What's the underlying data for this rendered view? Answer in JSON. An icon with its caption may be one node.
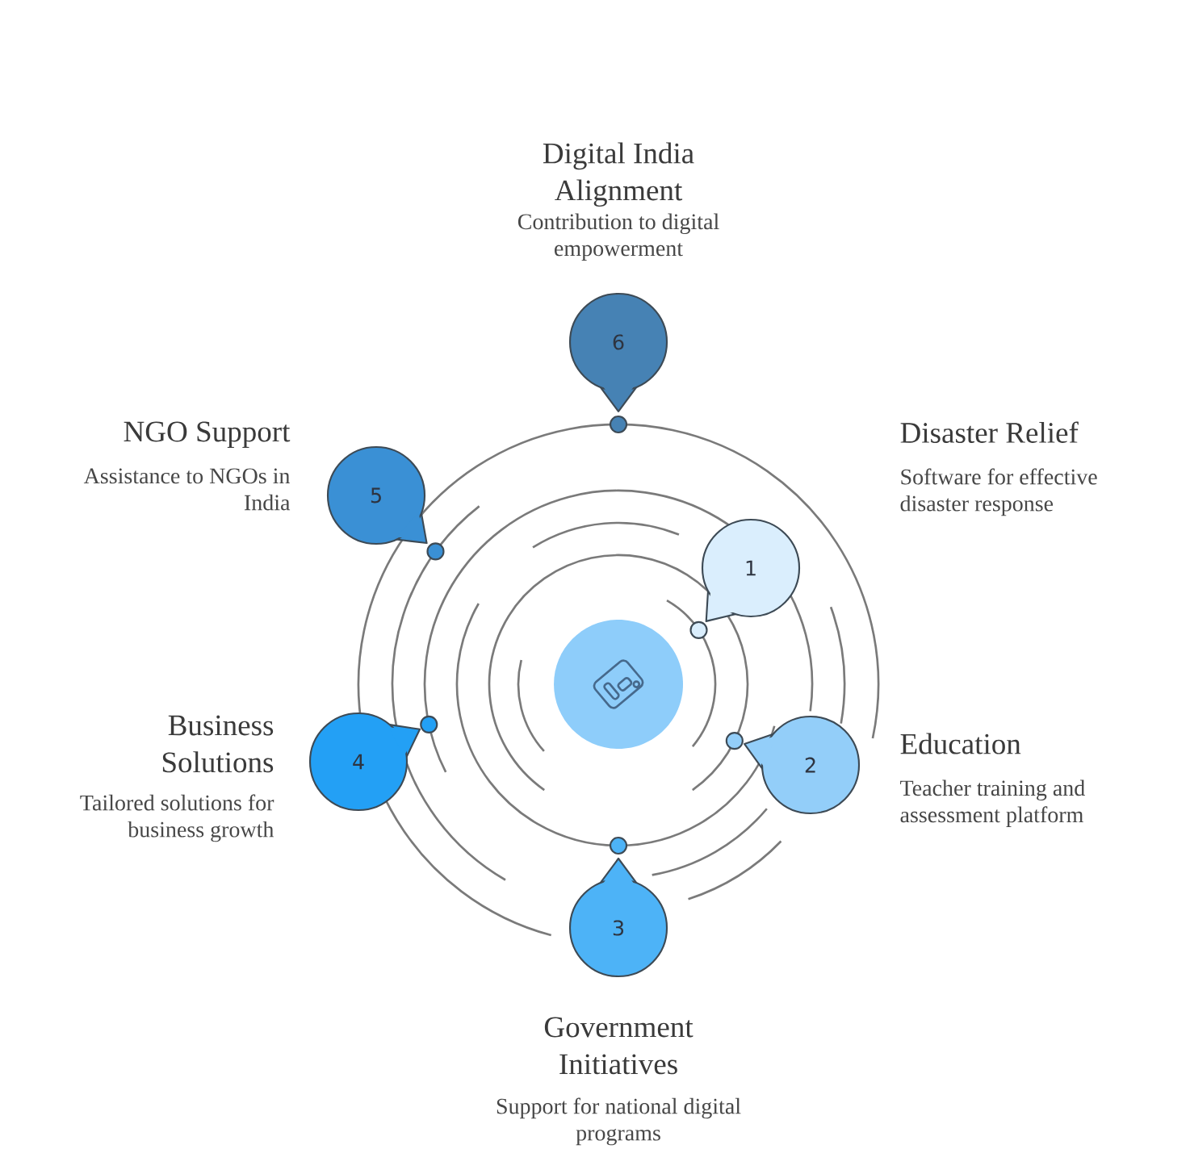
{
  "diagram": {
    "nodes": [
      {
        "text": [
          "1"
        ],
        "beside": [
          "Disaster Relief",
          "Software for effective disaster response"
        ]
      },
      {
        "text": [
          "2"
        ],
        "beside": [
          "Education",
          "Teacher training and assessment platform"
        ]
      },
      {
        "text": [
          "3"
        ],
        "beside": [
          "Government Initiatives",
          "Support for national digital programs"
        ]
      },
      {
        "text": [
          "4"
        ],
        "beside": [
          "Business Solutions",
          "Tailored solutions for business growth"
        ]
      },
      {
        "text": [
          "5"
        ],
        "beside": [
          "NGO Support",
          "Assistance to NGOs in India"
        ]
      },
      {
        "text": [
          "6"
        ],
        "beside": [
          "Digital India Alignment",
          "Contribution to digital empowerment"
        ]
      },
      {
        "text": [],
        "shape": "circle"
      }
    ]
  }
}
